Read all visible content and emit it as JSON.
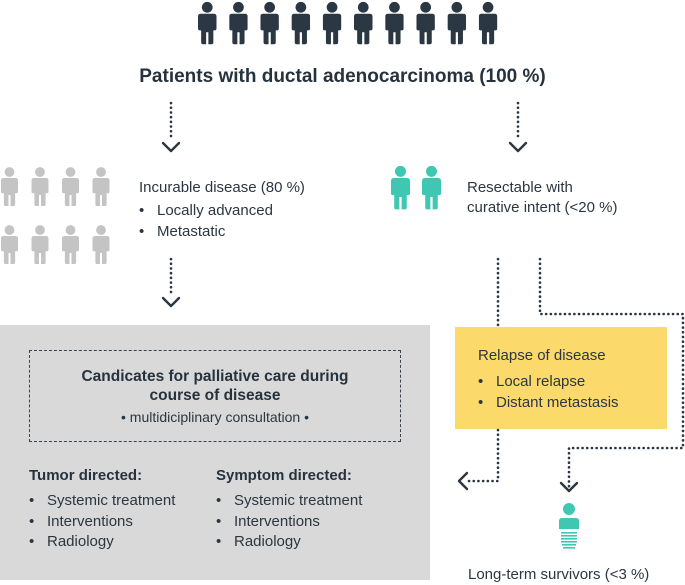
{
  "title": "Patients with ductal adenocarcinoma (100 %)",
  "incurable": {
    "label": "Incurable disease (80 %)",
    "items": [
      "Locally advanced",
      "Metastatic"
    ]
  },
  "resectable": {
    "label_line1": "Resectable with",
    "label_line2": "curative intent (<20 %)"
  },
  "palliative": {
    "title_line1": "Candicates for palliative care during",
    "title_line2": "course of disease",
    "subtitle": "• multidiciplinary consultation •",
    "tumor": {
      "heading": "Tumor directed:",
      "items": [
        "Systemic treatment",
        "Interventions",
        "Radiology"
      ]
    },
    "symptom": {
      "heading": "Symptom directed:",
      "items": [
        "Systemic treatment",
        "Interventions",
        "Radiology"
      ]
    }
  },
  "relapse": {
    "heading": "Relapse of disease",
    "items": [
      "Local relapse",
      "Distant metastasis"
    ]
  },
  "survivors": {
    "label": "Long-term survivors (<3 %)"
  },
  "colors": {
    "dark_person": "#2b3844",
    "gray_person": "#c4c4c4",
    "teal_person": "#3fc7b1",
    "palliative_box": "#d9d9d9",
    "relapse_box": "#fbd96b",
    "connector": "#2b3642"
  },
  "icons": {
    "population": "person-icon",
    "flow": "dotted-arrow"
  }
}
